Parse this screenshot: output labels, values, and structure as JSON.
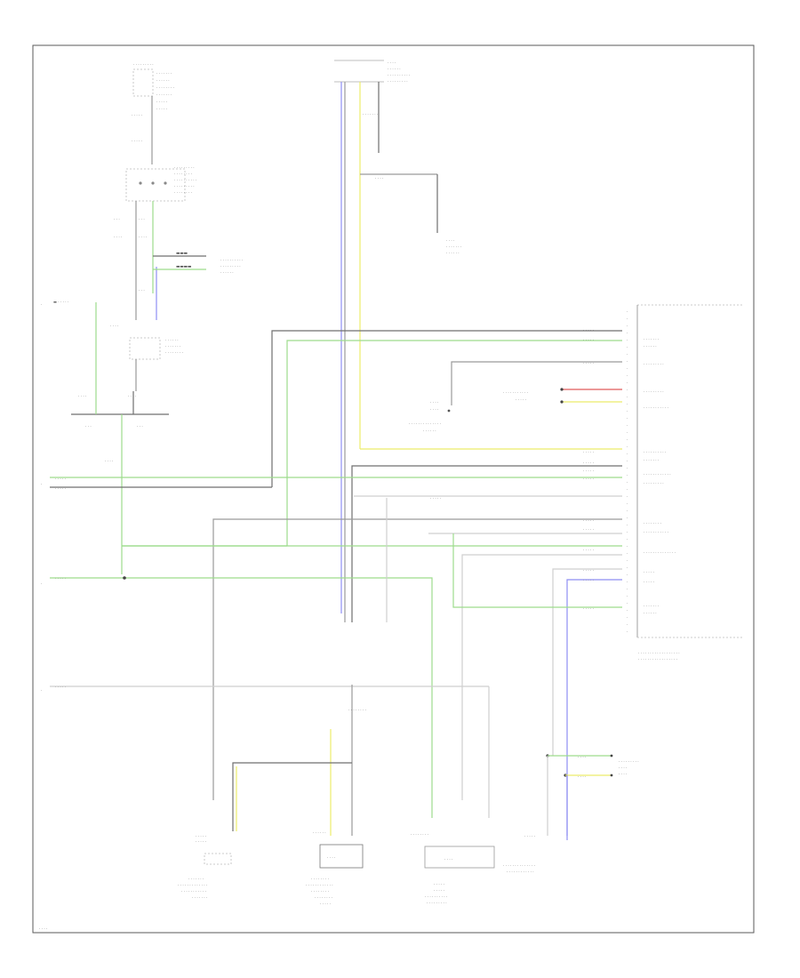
{
  "diagram": {
    "page_number": "",
    "colors": {
      "border": "#5a5a5a",
      "wire_green": "#9ddc8c",
      "wire_blue": "#8e8ef2",
      "wire_yellow": "#ecec6a",
      "wire_gray": "#9a9a9a",
      "wire_red": "#e05a5a"
    },
    "ecm": {
      "title": "",
      "pins": [
        "",
        "",
        "",
        "",
        "",
        "",
        "",
        "",
        "",
        "",
        "",
        "",
        "",
        ""
      ]
    },
    "components": [
      {
        "id": "ignition-switch",
        "label": ""
      },
      {
        "id": "transmission-range-switch",
        "label": ""
      },
      {
        "id": "shift-solenoids",
        "label": ""
      },
      {
        "id": "vss",
        "label": ""
      },
      {
        "id": "transmission-control-module",
        "label": ""
      },
      {
        "id": "turbine-speed-sensor",
        "label": ""
      },
      {
        "id": "output-speed-sensor",
        "label": ""
      },
      {
        "id": "fluid-temp-sensor",
        "label": ""
      },
      {
        "id": "shift-lock-solenoid",
        "label": ""
      }
    ],
    "splice_labels": [
      "",
      "",
      ""
    ],
    "wire_labels": [
      "",
      "",
      "",
      "",
      "",
      "",
      "",
      "",
      "",
      ""
    ]
  }
}
